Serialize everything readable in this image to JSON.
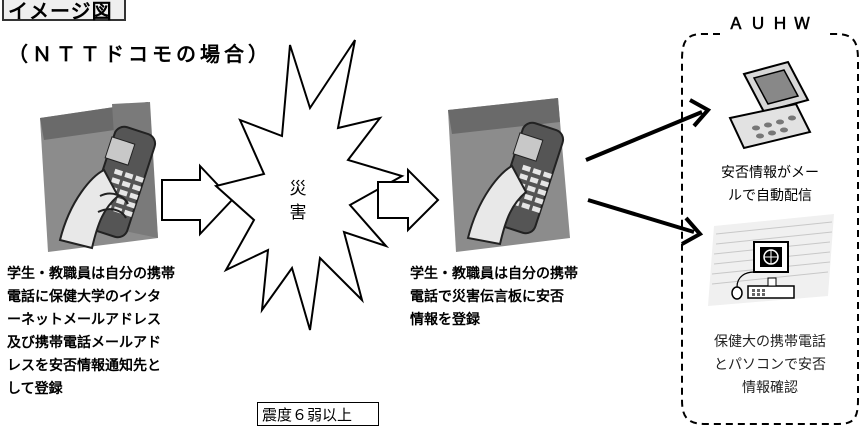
{
  "title": "イメージ図",
  "subtitle": "（ＮＴＴドコモの場合）",
  "disaster": {
    "line1": "災",
    "line2": "害"
  },
  "quake_label": "震度６弱以上",
  "left_caption": [
    "学生・教職員は自分の携帯",
    "電話に保健大学のインタ",
    "ーネットメールアドレス",
    "及び携帯電話メールアド",
    "レスを安否情報通知先と",
    "して登録"
  ],
  "middle_caption": [
    "学生・教職員は自分の携帯",
    "電話で災害伝言板に安否",
    "情報を登録"
  ],
  "auhw": {
    "label": "ＡＵＨＷ",
    "mail_caption": [
      "安否情報がメー",
      "ルで自動配信"
    ],
    "pc_caption": [
      "保健大の携帯電話",
      "とパソコンで安否",
      "情報確認"
    ]
  }
}
